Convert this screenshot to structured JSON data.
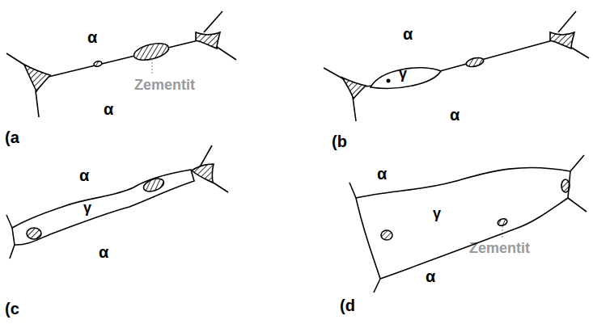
{
  "diagram": {
    "nodes": [
      {
        "text": [
          "γ"
        ]
      },
      {
        "text": [
          "γ"
        ]
      },
      {
        "text": [
          "γ"
        ]
      }
    ],
    "labels": [
      "α",
      "Zementit",
      "α",
      "(a",
      "α",
      "α",
      "(b",
      "α",
      "α",
      "(c",
      "α",
      "Zementit",
      "α",
      "(d"
    ]
  }
}
